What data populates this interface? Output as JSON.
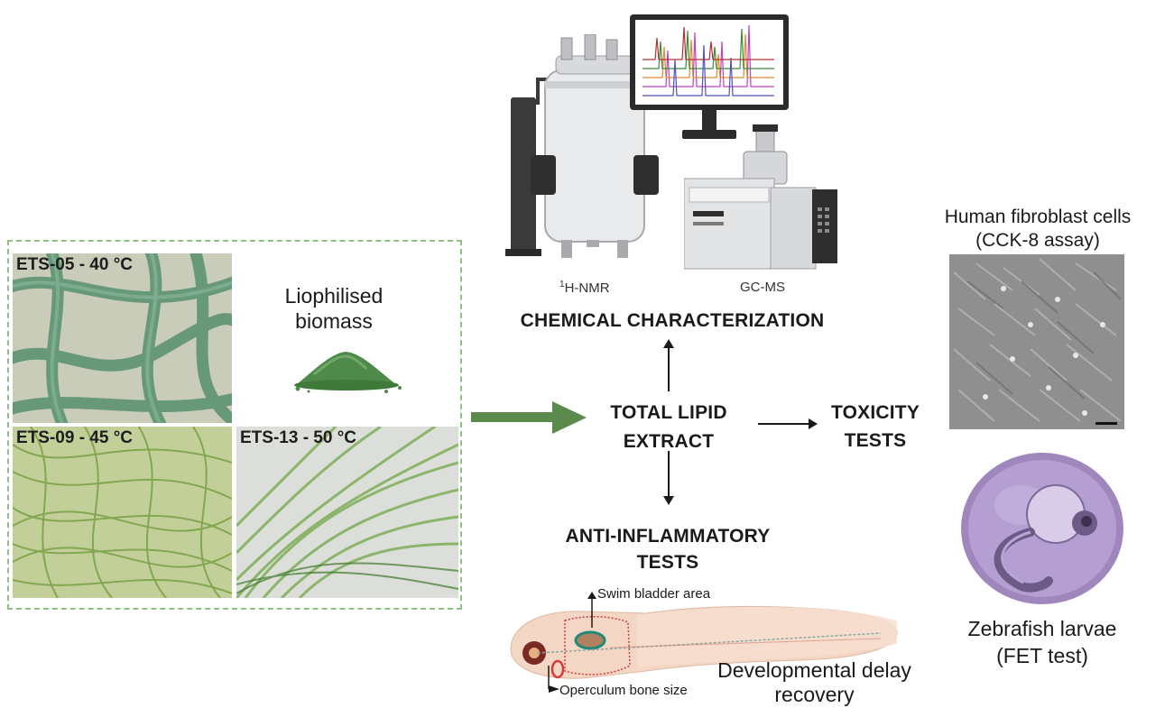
{
  "colors": {
    "dashed_border": "#8fbf84",
    "main_arrow": "#5a8a4c",
    "algae_green": "#5d9473",
    "powder_green": "#4e8a4a"
  },
  "samples": {
    "panel1": "ETS-05 - 40 °C",
    "panel2": "ETS-09 - 45 °C",
    "panel3": "ETS-13 - 50 °C",
    "biomass_line1": "Liophilised",
    "biomass_line2": "biomass"
  },
  "center": {
    "line1": "TOTAL LIPID",
    "line2": "EXTRACT"
  },
  "chemical": {
    "nmr_sup": "1",
    "nmr_label": "H-NMR",
    "gcms_label": "GC-MS",
    "title": "CHEMICAL CHARACTERIZATION"
  },
  "anti": {
    "line1": "ANTI-INFLAMMATORY",
    "line2": "TESTS",
    "swim": "Swim bladder area",
    "operculum": "Operculum bone size",
    "dev1": "Developmental delay",
    "dev2": "recovery"
  },
  "toxicity": {
    "line1": "TOXICITY",
    "line2": "TESTS",
    "cells1": "Human fibroblast cells",
    "cells2": "(CCK-8 assay)",
    "zebra1": "Zebrafish larvae",
    "zebra2": "(FET test)"
  }
}
